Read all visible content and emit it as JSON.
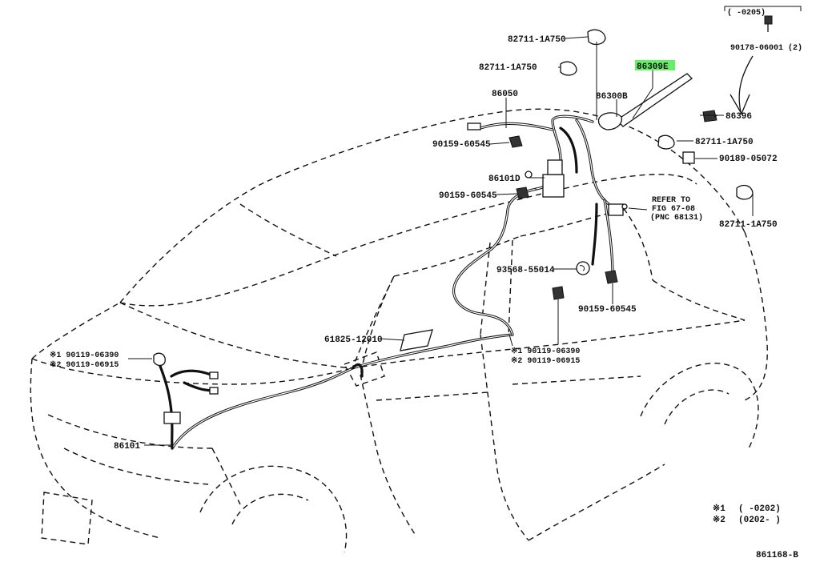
{
  "diagram": {
    "figure_id": "861168-B",
    "highlight_color": "#66ee66",
    "top_note": {
      "range": "(   -0205)",
      "part": "90178-06001 (2)"
    },
    "callouts": [
      {
        "id": "c1",
        "text": "82711-1A750"
      },
      {
        "id": "c2",
        "text": "82711-1A750"
      },
      {
        "id": "c3",
        "text": "86309E",
        "highlighted": true
      },
      {
        "id": "c4",
        "text": "86300B"
      },
      {
        "id": "c5",
        "text": "86396"
      },
      {
        "id": "c6",
        "text": "86050"
      },
      {
        "id": "c7",
        "text": "90159-60545"
      },
      {
        "id": "c8",
        "text": "82711-1A750"
      },
      {
        "id": "c9",
        "text": "90189-05072"
      },
      {
        "id": "c10",
        "text": "86101D"
      },
      {
        "id": "c11",
        "text": "90159-60545"
      },
      {
        "id": "c12",
        "text": "82711-1A750"
      },
      {
        "id": "c13",
        "text": "93568-55014"
      },
      {
        "id": "c14",
        "text": "90159-60545"
      },
      {
        "id": "c15",
        "text": "61825-12010"
      },
      {
        "id": "c16",
        "text": "86101"
      }
    ],
    "refer": {
      "line1": "REFER TO",
      "line2": "FIG 67-08",
      "line3": "(PNC 68131)"
    },
    "dual_left": {
      "line1": "※1 90119-06390",
      "line2": "※2 90119-06915"
    },
    "dual_center": {
      "line1": "※1 90119-06390",
      "line2": "※2 90119-06915"
    },
    "legend": [
      {
        "mark": "※1",
        "range": "(     -0202)"
      },
      {
        "mark": "※2",
        "range": "(0202-     )"
      }
    ]
  }
}
